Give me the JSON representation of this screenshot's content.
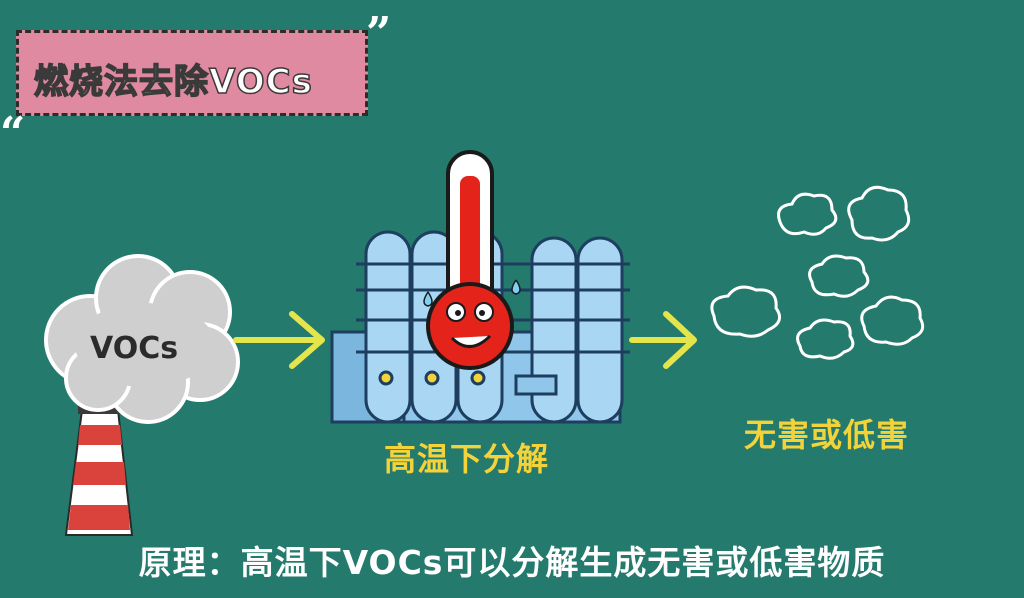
{
  "title": "燃烧法去除VOCs",
  "quote_open": "”",
  "quote_close": "“",
  "source_label": "VOCs",
  "process_label": "高温下分解",
  "result_label": "无害或低害",
  "principle": "原理：高温下VOCs可以分解生成无害或低害物质",
  "colors": {
    "background": "#247a6c",
    "title_box": "#e08aa1",
    "accent_yellow": "#f4d23a",
    "arrow": "#e3e54a",
    "tank_blue": "#8fc6ea",
    "thermometer_red": "#e4231b",
    "chimney_red": "#d9433b"
  },
  "icons": [
    "smoke-cloud-icon",
    "chimney-icon",
    "arrow-right-icon",
    "factory-tanks-icon",
    "thermometer-icon",
    "clean-cloud-icon"
  ]
}
